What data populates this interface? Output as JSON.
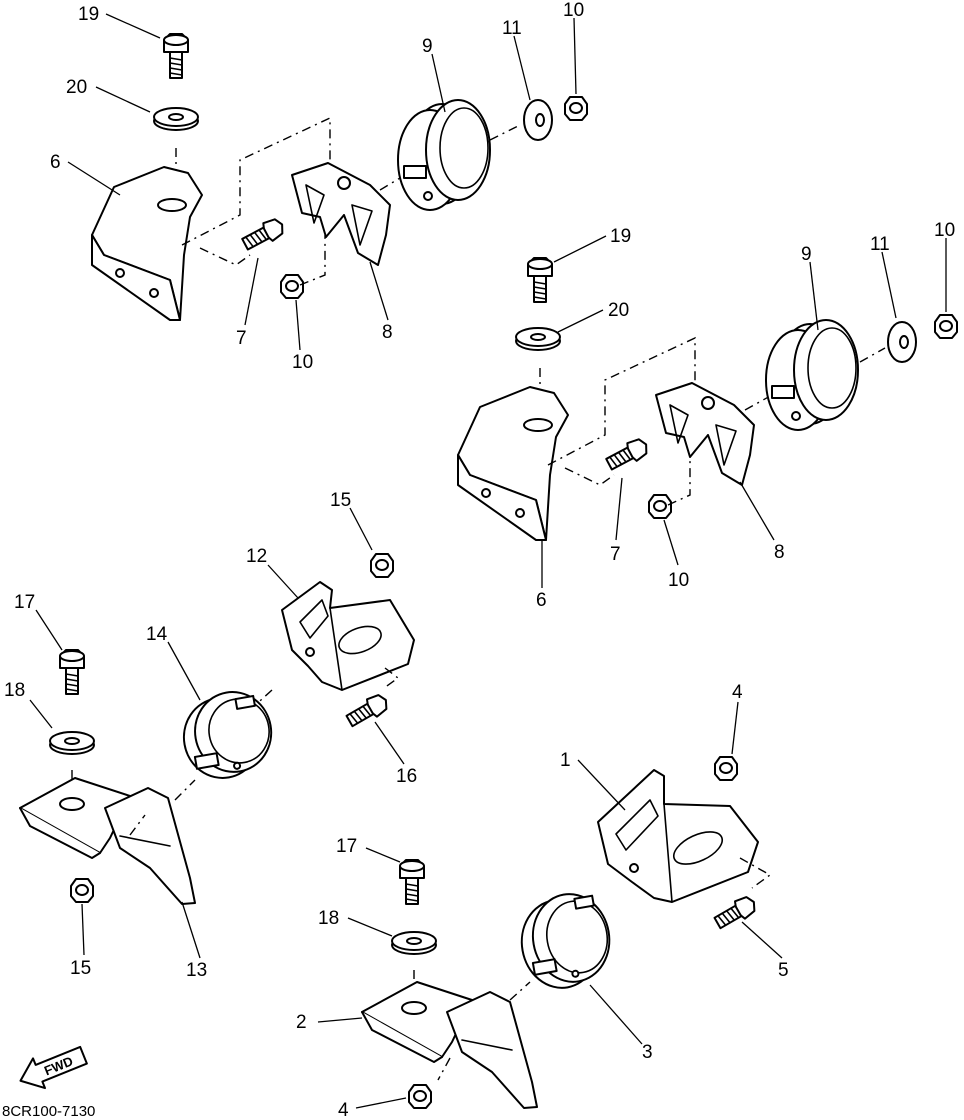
{
  "diagram": {
    "drawing_code": "8CR100-7130",
    "fwd_label": "FWD",
    "callouts": {
      "a_19": "19",
      "a_20": "20",
      "a_6": "6",
      "a_9": "9",
      "a_11": "11",
      "a_10t": "10",
      "a_7": "7",
      "a_10b": "10",
      "a_8": "8",
      "b_19": "19",
      "b_20": "20",
      "b_9": "9",
      "b_11": "11",
      "b_10t": "10",
      "b_7": "7",
      "b_10b": "10",
      "b_8": "8",
      "b_6": "6",
      "c_15t": "15",
      "c_12": "12",
      "c_14": "14",
      "c_17": "17",
      "c_18": "18",
      "c_16": "16",
      "c_15b": "15",
      "c_13": "13",
      "d_4t": "4",
      "d_1": "1",
      "d_17": "17",
      "d_18": "18",
      "d_5": "5",
      "d_2": "2",
      "d_3": "3",
      "d_4b": "4"
    }
  }
}
